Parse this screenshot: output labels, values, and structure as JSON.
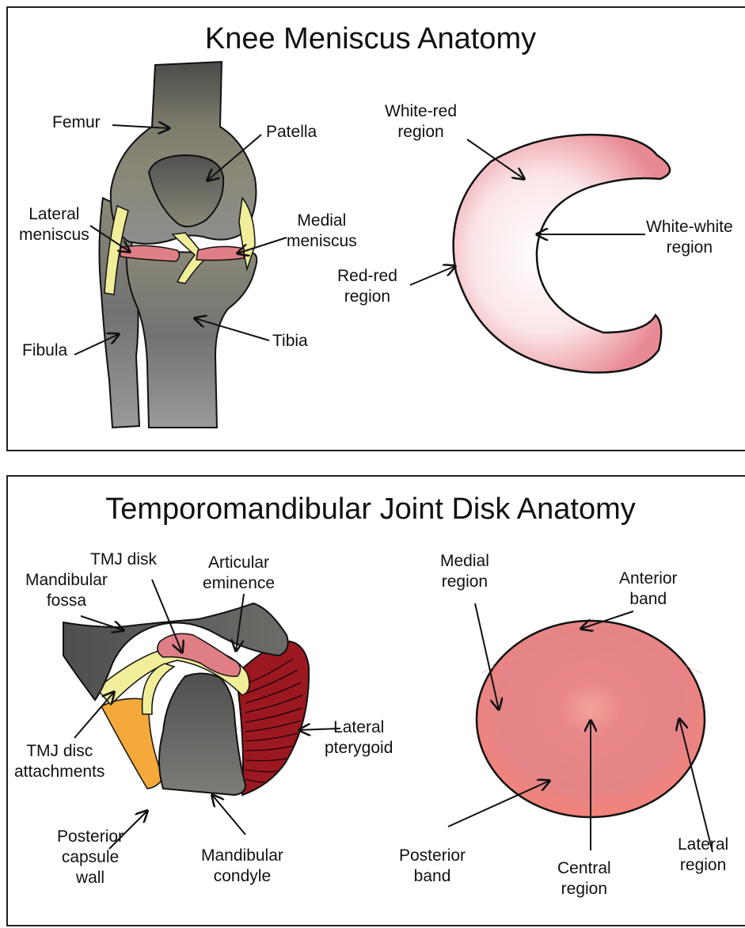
{
  "knee": {
    "title": "Knee Meniscus Anatomy",
    "labels": {
      "femur": "Femur",
      "patella": "Patella",
      "lateral_meniscus_1": "Lateral",
      "lateral_meniscus_2": "meniscus",
      "medial_meniscus_1": "Medial",
      "medial_meniscus_2": "meniscus",
      "fibula": "Fibula",
      "tibia": "Tibia",
      "white_red_1": "White-red",
      "white_red_2": "region",
      "white_white_1": "White-white",
      "white_white_2": "region",
      "red_red_1": "Red-red",
      "red_red_2": "region"
    }
  },
  "tmj": {
    "title": "Temporomandibular Joint Disk Anatomy",
    "labels": {
      "tmj_disk": "TMJ disk",
      "articular_1": "Articular",
      "articular_2": "eminence",
      "mandibular_fossa_1": "Mandibular",
      "mandibular_fossa_2": "fossa",
      "disc_attach_1": "TMJ disc",
      "disc_attach_2": "attachments",
      "lateral_pterygoid_1": "Lateral",
      "lateral_pterygoid_2": "pterygoid",
      "posterior_capsule_1": "Posterior",
      "posterior_capsule_2": "capsule",
      "posterior_capsule_3": "wall",
      "mandibular_condyle_1": "Mandibular",
      "mandibular_condyle_2": "condyle",
      "medial_region_1": "Medial",
      "medial_region_2": "region",
      "anterior_band_1": "Anterior",
      "anterior_band_2": "band",
      "posterior_band_1": "Posterior",
      "posterior_band_2": "band",
      "central_region_1": "Central",
      "central_region_2": "region",
      "lateral_region_1": "Lateral",
      "lateral_region_2": "region"
    }
  },
  "colors": {
    "bone_dark": "#4a4a48",
    "bone_light": "#8c8a78",
    "ligament": "#f1ee9a",
    "meniscus": "#e07e85",
    "muscle": "#9b1820",
    "capsule": "#f4a93a",
    "disk": "#f28a86"
  }
}
